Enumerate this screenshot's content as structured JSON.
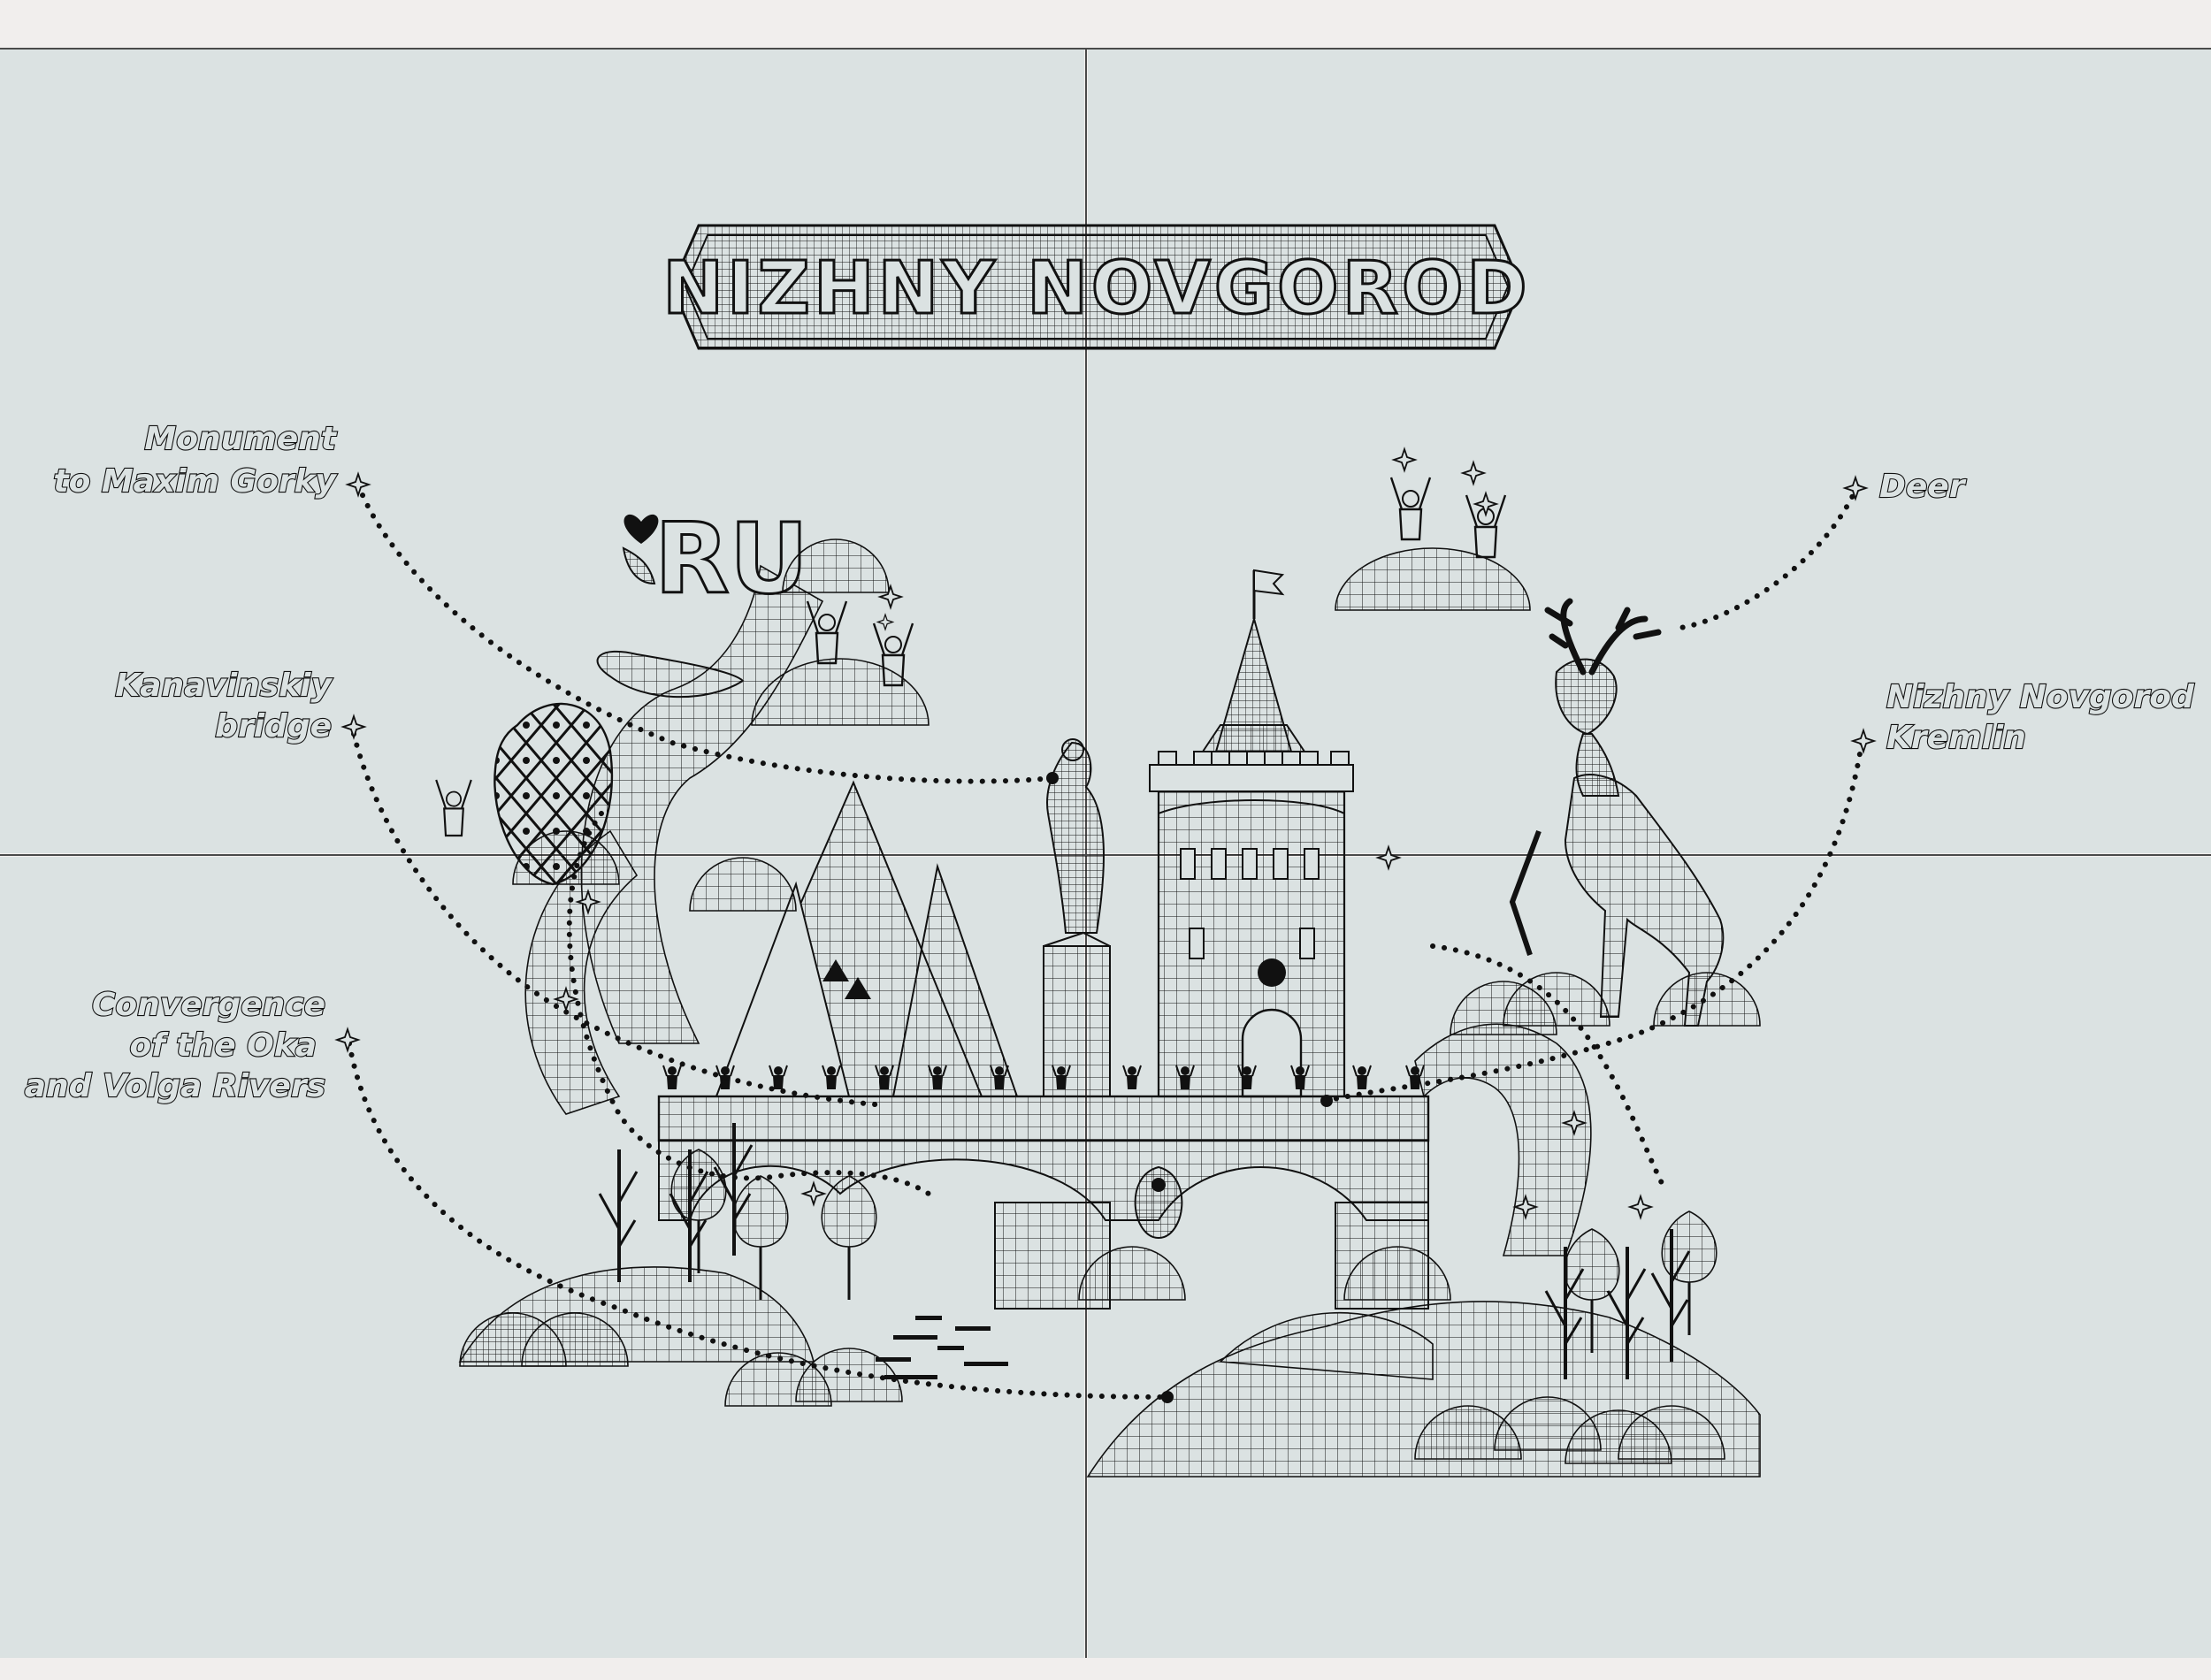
{
  "title": "NIZHNY NOVGOROD",
  "logo_text": "RU",
  "labels": {
    "gorky": [
      "Monument",
      "to Maxim Gorky"
    ],
    "kanavinskiy": [
      "Kanavinskiy",
      "bridge"
    ],
    "convergence": [
      "Convergence",
      "of the Oka",
      "and Volga Rivers"
    ],
    "deer": [
      "Deer"
    ],
    "kremlin": [
      "Nizhny Novgorod",
      "Kremlin"
    ]
  },
  "icons": [
    "sparkle-icon",
    "heart-icon",
    "deer-icon",
    "tower-icon",
    "statue-icon",
    "bridge-icon",
    "tree-icon",
    "egg-icon"
  ],
  "colors": {
    "panel": "#dbe2e2",
    "background": "#f1eeed",
    "ink": "#111111"
  }
}
